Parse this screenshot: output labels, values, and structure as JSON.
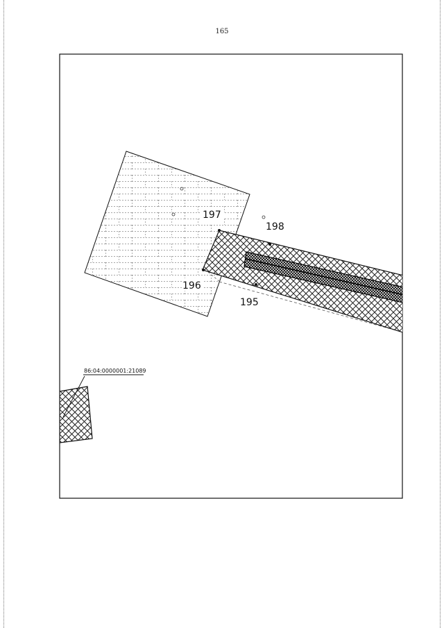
{
  "page": {
    "number": "165"
  },
  "map": {
    "parcels": [
      {
        "id": "parcel-195",
        "label": "195"
      },
      {
        "id": "parcel-196",
        "label": "196"
      },
      {
        "id": "parcel-197",
        "label": "197"
      },
      {
        "id": "parcel-198",
        "label": "198"
      }
    ],
    "cadastral_number": "86:04:0000001:21089",
    "colors": {
      "line": "#111111",
      "hatch": "#222222",
      "background": "#ffffff"
    }
  }
}
